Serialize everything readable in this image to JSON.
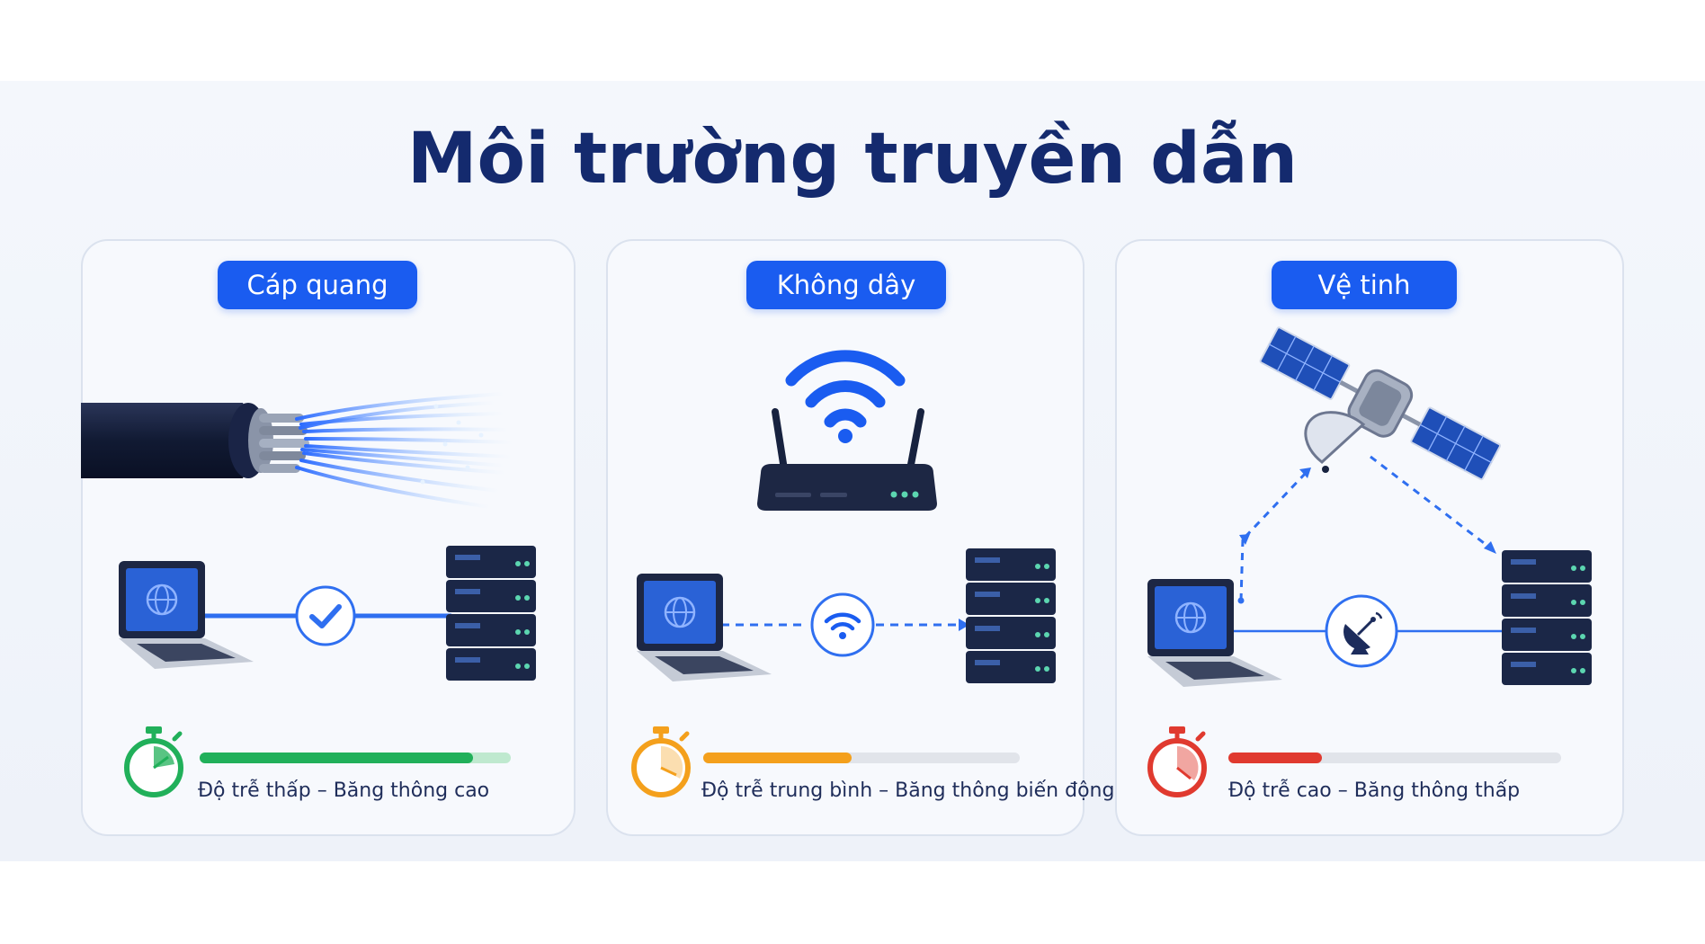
{
  "title": "Môi trường truyền dẫn",
  "panels": [
    {
      "label": "Cáp quang",
      "caption": "Độ trễ thấp – Băng thông cao",
      "bandwidth_fraction": 0.88,
      "color": "#21b05a",
      "track_color": "#bfe9cf"
    },
    {
      "label": "Không dây",
      "caption": "Độ trễ trung bình – Băng thông biến động",
      "bandwidth_fraction": 0.47,
      "color": "#f4a01c",
      "track_color": "#e1e4ea"
    },
    {
      "label": "Vệ tinh",
      "caption": "Độ trễ cao – Băng thông thấp",
      "bandwidth_fraction": 0.28,
      "color": "#e03a2f",
      "track_color": "#e1e4ea"
    }
  ],
  "colors": {
    "title": "#142a6e",
    "accent": "#1a5cf0",
    "panel_border": "#dbe2ee",
    "device_dark": "#17223f"
  },
  "icons": [
    "fiber-cable-icon",
    "laptop-icon",
    "server-rack-icon",
    "check-icon",
    "wifi-icon",
    "router-icon",
    "satellite-icon",
    "satellite-dish-icon",
    "stopwatch-icon"
  ]
}
